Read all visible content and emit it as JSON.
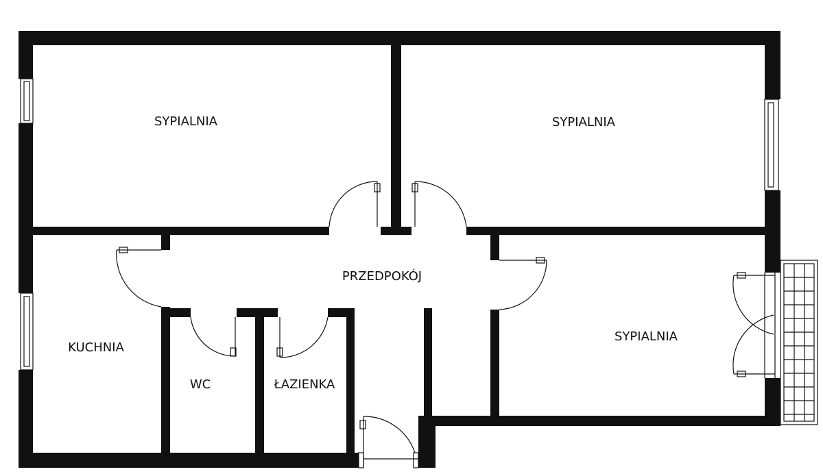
{
  "plan": {
    "rooms": [
      {
        "id": "bedroom-1",
        "label": "SYPIALNIA"
      },
      {
        "id": "bedroom-2",
        "label": "SYPIALNIA"
      },
      {
        "id": "hallway",
        "label": "PRZEDPOKÓJ"
      },
      {
        "id": "bedroom-3",
        "label": "SYPIALNIA"
      },
      {
        "id": "kitchen",
        "label": "KUCHNIA"
      },
      {
        "id": "wc",
        "label": "WC"
      },
      {
        "id": "bathroom",
        "label": "ŁAZIENKA"
      }
    ],
    "colors": {
      "wall": "#111111",
      "background": "#ffffff"
    }
  }
}
